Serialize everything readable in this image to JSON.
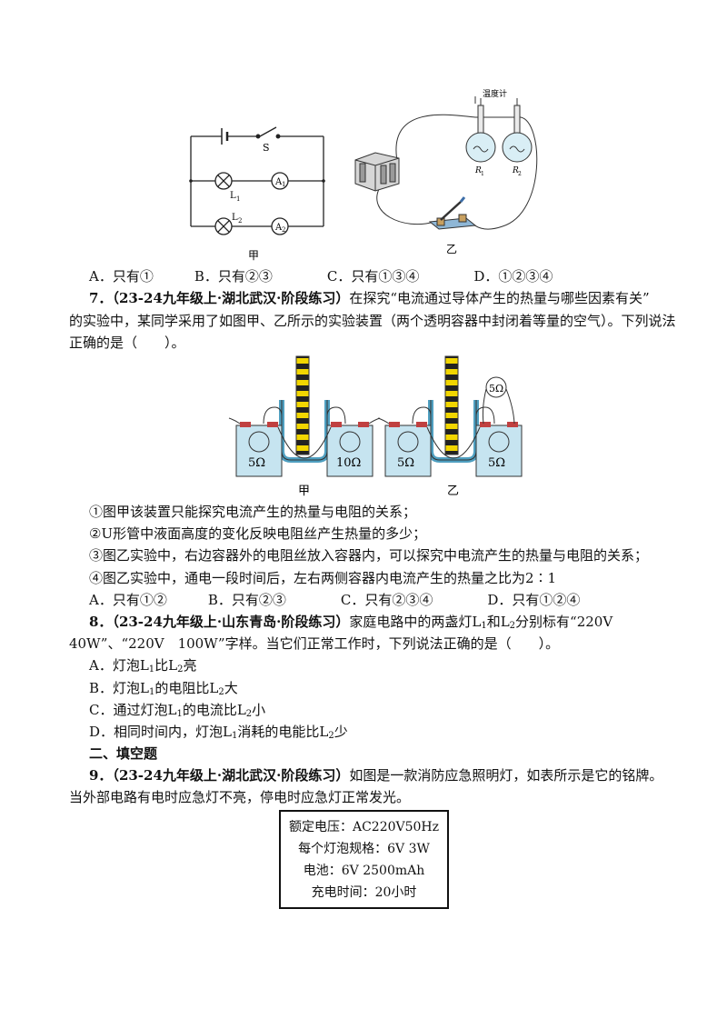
{
  "q6": {
    "figure_jia": {
      "switch_label": "S",
      "lamp1_label": "L",
      "lamp1_sub": "1",
      "lamp2_label": "L",
      "lamp2_sub": "2",
      "ammeter1_label": "A",
      "ammeter1_sub": "1",
      "ammeter2_label": "A",
      "ammeter2_sub": "2",
      "caption": "甲"
    },
    "figure_yi": {
      "thermometer_label": "温度计",
      "r1_label": "R",
      "r1_sub": "1",
      "r2_label": "R",
      "r2_sub": "2",
      "caption": "乙"
    },
    "options": "A．只有①　　　B．只有②③　　　　C．只有①③④　　　　D．①②③④"
  },
  "q7": {
    "number": "7．",
    "source": "（23-24九年级上·湖北武汉·阶段练习）",
    "stem_1": "在探究“电流通过导体产生的热量与哪些因素有关”",
    "stem_2": "的实验中，某同学采用了如图甲、乙所示的实验装置（两个透明容器中封闭着等量的空气）。下列说法",
    "stem_3": "正确的是（　　）。",
    "figure": {
      "jia_left_resistor": "5Ω",
      "jia_right_resistor": "10Ω",
      "yi_left_resistor": "5Ω",
      "yi_right_resistor": "5Ω",
      "yi_outside_resistor": "5Ω",
      "caption_jia": "甲",
      "caption_yi": "乙"
    },
    "statements": [
      "①图甲该装置只能探究电流产生的热量与电阻的关系；",
      "②U形管中液面高度的变化反映电阻丝产生热量的多少；",
      "③图乙实验中，右边容器外的电阻丝放入容器内，可以探究中电流产生的热量与电阻的关系；",
      "④图乙实验中，通电一段时间后，左右两侧容器内电流产生的热量之比为2∶1"
    ],
    "options": "A．只有①②　　　B．只有②③　　　　C．只有②③④　　　　D．只有①②④"
  },
  "q8": {
    "number": "8．",
    "source": "（23-24九年级上·山东青岛·阶段练习）",
    "stem_1a": "家庭电路中的两盏灯L",
    "sub_1": "1",
    "stem_1b": "和L",
    "sub_2": "2",
    "stem_1c": "分别标有“220V",
    "stem_2": "40W”、“220V　100W”字样。当它们正常工作时，下列说法正确的是（　　）。",
    "option_a": [
      "A．灯泡L",
      "1",
      "比L",
      "2",
      "亮"
    ],
    "option_b": [
      "B．灯泡L",
      "1",
      "的电阻比L",
      "2",
      "大"
    ],
    "option_c": [
      "C．通过灯泡L",
      "1",
      "的电流比L",
      "2",
      "小"
    ],
    "option_d": [
      "D．相同时间内，灯泡L",
      "1",
      "消耗的电能比L",
      "2",
      "少"
    ]
  },
  "section2": {
    "title": "二、填空题"
  },
  "q9": {
    "number": "9．",
    "source": "（23-24九年级上·湖北武汉·阶段练习）",
    "stem_1": "如图是一款消防应急照明灯，如表所示是它的铭牌。",
    "stem_2": "当外部电路有电时应急灯不亮，停电时应急灯正常发光。",
    "nameplate": [
      "额定电压：AC220V50Hz",
      "每个灯泡规格：6V  3W",
      "电池：6V  2500mAh",
      "充电时间：20小时"
    ]
  }
}
